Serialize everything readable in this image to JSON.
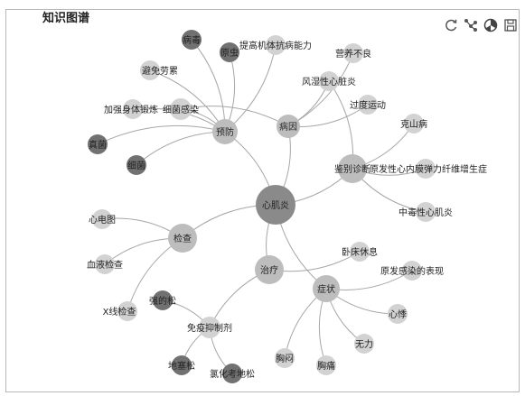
{
  "panel": {
    "title": "知识图谱"
  },
  "toolbar": {
    "icons": [
      "refresh-icon",
      "share-graph-icon",
      "palette-icon",
      "save-icon"
    ]
  },
  "colors": {
    "level0": "#8a8a8a",
    "level1": "#bdbdbd",
    "light": "#d2d2d2",
    "dark": "#717171",
    "edge": "#a6a6a6"
  },
  "graph": {
    "nodes": [
      {
        "id": "n0",
        "label": "心肌炎",
        "tone": "level0"
      },
      {
        "id": "n1",
        "label": "预防",
        "tone": "level1"
      },
      {
        "id": "n2",
        "label": "病因",
        "tone": "level1"
      },
      {
        "id": "n3",
        "label": "鉴别诊断",
        "tone": "level1"
      },
      {
        "id": "n4",
        "label": "检查",
        "tone": "level1"
      },
      {
        "id": "n5",
        "label": "治疗",
        "tone": "level1"
      },
      {
        "id": "n6",
        "label": "症状",
        "tone": "level1"
      },
      {
        "id": "n7",
        "label": "病毒",
        "tone": "dark"
      },
      {
        "id": "n8",
        "label": "原虫",
        "tone": "dark"
      },
      {
        "id": "n9",
        "label": "提高机体抗病能力",
        "tone": "light"
      },
      {
        "id": "n10",
        "label": "避免劳累",
        "tone": "light"
      },
      {
        "id": "n11",
        "label": "细菌感染",
        "tone": "light"
      },
      {
        "id": "n12",
        "label": "加强身体锻炼",
        "tone": "light"
      },
      {
        "id": "n13",
        "label": "真菌",
        "tone": "dark"
      },
      {
        "id": "n14",
        "label": "细菌",
        "tone": "dark"
      },
      {
        "id": "n15",
        "label": "营养不良",
        "tone": "light"
      },
      {
        "id": "n16",
        "label": "风湿性心脏炎",
        "tone": "light"
      },
      {
        "id": "n17",
        "label": "过度运动",
        "tone": "light"
      },
      {
        "id": "n18",
        "label": "克山病",
        "tone": "light"
      },
      {
        "id": "n19",
        "label": "原发性心内膜弹力纤维增生症",
        "tone": "light"
      },
      {
        "id": "n20",
        "label": "中毒性心肌炎",
        "tone": "light"
      },
      {
        "id": "n21",
        "label": "心电图",
        "tone": "light"
      },
      {
        "id": "n22",
        "label": "血液检查",
        "tone": "light"
      },
      {
        "id": "n23",
        "label": "X线检查",
        "tone": "light"
      },
      {
        "id": "n24",
        "label": "强的松",
        "tone": "dark"
      },
      {
        "id": "n25",
        "label": "免疫抑制剂",
        "tone": "light"
      },
      {
        "id": "n26",
        "label": "地塞松",
        "tone": "dark"
      },
      {
        "id": "n27",
        "label": "氯化考地松",
        "tone": "dark"
      },
      {
        "id": "n28",
        "label": "卧床休息",
        "tone": "light"
      },
      {
        "id": "n29",
        "label": "原发感染的表现",
        "tone": "light"
      },
      {
        "id": "n30",
        "label": "心悸",
        "tone": "light"
      },
      {
        "id": "n31",
        "label": "无力",
        "tone": "light"
      },
      {
        "id": "n32",
        "label": "胸闷",
        "tone": "light"
      },
      {
        "id": "n33",
        "label": "胸痛",
        "tone": "light"
      }
    ],
    "edges": [
      [
        "n0",
        "n1"
      ],
      [
        "n0",
        "n2"
      ],
      [
        "n0",
        "n3"
      ],
      [
        "n0",
        "n4"
      ],
      [
        "n0",
        "n5"
      ],
      [
        "n0",
        "n6"
      ],
      [
        "n1",
        "n7"
      ],
      [
        "n1",
        "n8"
      ],
      [
        "n1",
        "n9"
      ],
      [
        "n1",
        "n10"
      ],
      [
        "n1",
        "n11"
      ],
      [
        "n1",
        "n12"
      ],
      [
        "n1",
        "n13"
      ],
      [
        "n1",
        "n14"
      ],
      [
        "n2",
        "n15"
      ],
      [
        "n2",
        "n16"
      ],
      [
        "n2",
        "n17"
      ],
      [
        "n2",
        "n11"
      ],
      [
        "n3",
        "n16"
      ],
      [
        "n3",
        "n18"
      ],
      [
        "n3",
        "n19"
      ],
      [
        "n3",
        "n20"
      ],
      [
        "n4",
        "n21"
      ],
      [
        "n4",
        "n22"
      ],
      [
        "n4",
        "n23"
      ],
      [
        "n5",
        "n25"
      ],
      [
        "n5",
        "n28"
      ],
      [
        "n25",
        "n24"
      ],
      [
        "n25",
        "n26"
      ],
      [
        "n25",
        "n27"
      ],
      [
        "n6",
        "n29"
      ],
      [
        "n6",
        "n30"
      ],
      [
        "n6",
        "n31"
      ],
      [
        "n6",
        "n32"
      ],
      [
        "n6",
        "n33"
      ]
    ]
  }
}
